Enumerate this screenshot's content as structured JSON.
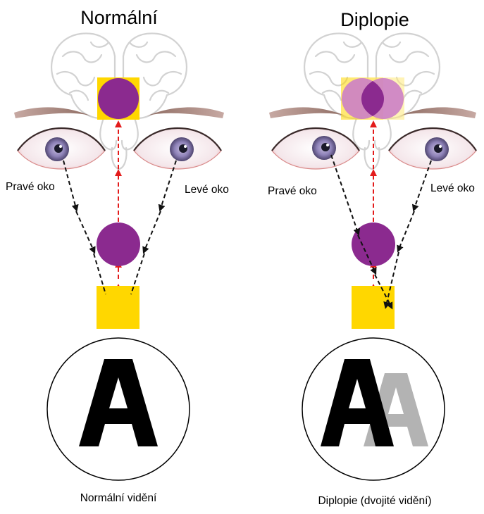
{
  "panels": {
    "normal": {
      "title": "Normální",
      "right_eye_label": "Pravé oko",
      "left_eye_label": "Levé oko",
      "letter": "A",
      "caption": "Normální vidění"
    },
    "diplopia": {
      "title": "Diplopie",
      "right_eye_label": "Pravé oko",
      "left_eye_label": "Levé oko",
      "letter": "A",
      "caption": "Diplopie (dvojité vidění)"
    }
  },
  "colors": {
    "object_square": "#ffd700",
    "image_circle": "#8b2a8f",
    "image_circle_light": "#cc7fc6",
    "red_arrow": "#e31b1b",
    "black_arrow": "#111111",
    "ghost_letter": "#b3b3b3",
    "iris": "#8e82b8",
    "brain_outline": "#d2d2d2"
  }
}
